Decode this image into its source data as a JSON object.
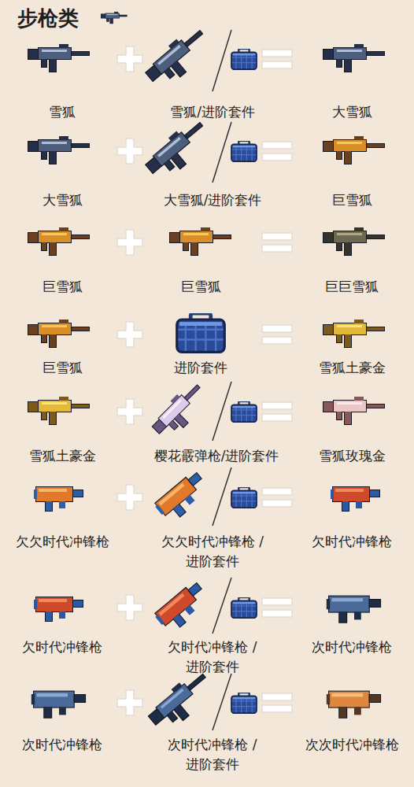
{
  "diagram": {
    "title": "步枪类",
    "labels": [
      "雪狐",
      "雪狐/进阶套件",
      "大雪狐",
      "大雪狐",
      "大雪狐/进阶套件",
      "巨雪狐",
      "巨雪狐",
      "巨雪狐",
      "巨巨雪狐",
      "巨雪狐",
      "进阶套件",
      "雪狐土豪金",
      "雪狐土豪金",
      "樱花霰弹枪/进阶套件",
      "雪狐玫瑰金",
      "欠欠时代冲锋枪",
      "欠欠时代冲锋枪 /进阶套件",
      "欠时代冲锋枪",
      "欠时代冲锋枪",
      "欠时代冲锋枪 /进阶套件",
      "次时代冲锋枪",
      "次时代冲锋枪",
      "次时代冲锋枪 /进阶套件",
      "次次时代冲锋枪"
    ]
  }
}
